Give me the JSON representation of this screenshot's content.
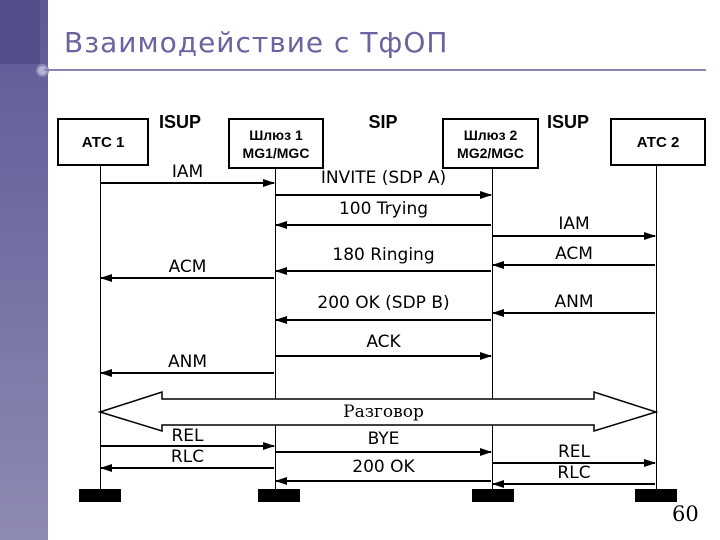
{
  "slide": {
    "title": "Взаимодействие с ТфОП",
    "page_number": "60"
  },
  "colors": {
    "accent": "#6a64a0",
    "rule": "#8a85b5",
    "sidebar-start": "#5e5996",
    "sidebar-end": "#8d8ab3",
    "sidebar-corner": "#544f8b",
    "diagram-line": "#000000"
  },
  "nodes": [
    {
      "label": "АТС 1"
    },
    {
      "label": "Шлюз 1",
      "sublabel": "MG1/MGC"
    },
    {
      "label": "Шлюз 2",
      "sublabel": "MG2/MGC"
    },
    {
      "label": "АТС 2"
    }
  ],
  "protocols": [
    {
      "label": "ISUP"
    },
    {
      "label": "SIP"
    },
    {
      "label": "ISUP"
    }
  ],
  "messages": {
    "isup_left": [
      {
        "label": "IAM",
        "direction": "right"
      },
      {
        "label": "ACM",
        "direction": "left"
      },
      {
        "label": "ANM",
        "direction": "left"
      },
      {
        "label": "REL",
        "direction": "right"
      },
      {
        "label": "RLC",
        "direction": "left"
      }
    ],
    "sip": [
      {
        "label": "INVITE (SDP A)",
        "direction": "right"
      },
      {
        "label": "100 Trying",
        "direction": "left"
      },
      {
        "label": "180 Ringing",
        "direction": "left"
      },
      {
        "label": "200 OK (SDP B)",
        "direction": "left"
      },
      {
        "label": "ACK",
        "direction": "right"
      },
      {
        "label": "BYE",
        "direction": "right"
      },
      {
        "label": "200 OK",
        "direction": "left"
      }
    ],
    "isup_right": [
      {
        "label": "IAM",
        "direction": "right"
      },
      {
        "label": "ACM",
        "direction": "left"
      },
      {
        "label": "ANM",
        "direction": "left"
      },
      {
        "label": "REL",
        "direction": "right"
      },
      {
        "label": "RLC",
        "direction": "left"
      }
    ],
    "conversation": "Разговор"
  }
}
